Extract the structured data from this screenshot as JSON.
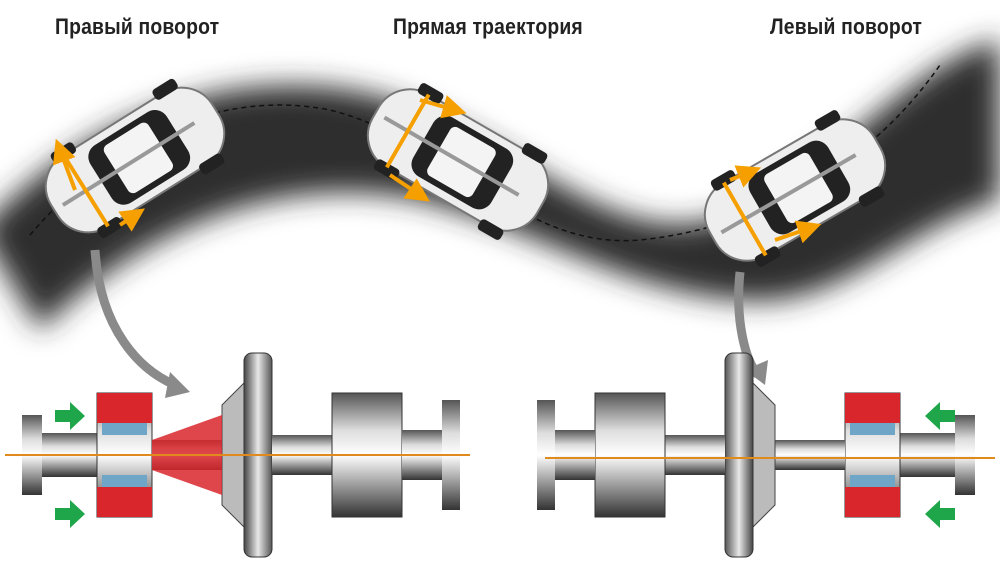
{
  "labels": {
    "right_turn": "Правый поворот",
    "straight": "Прямая траектория",
    "left_turn": "Левый поворот"
  },
  "colors": {
    "road": "#3a3a3a",
    "wheel_arrow": "#f5a000",
    "clutch_arrow": "#1fa64a",
    "clutch_active": "#d8262c",
    "torque_line": "#e08a1e",
    "pointer_arrow": "#8a8a8a"
  }
}
